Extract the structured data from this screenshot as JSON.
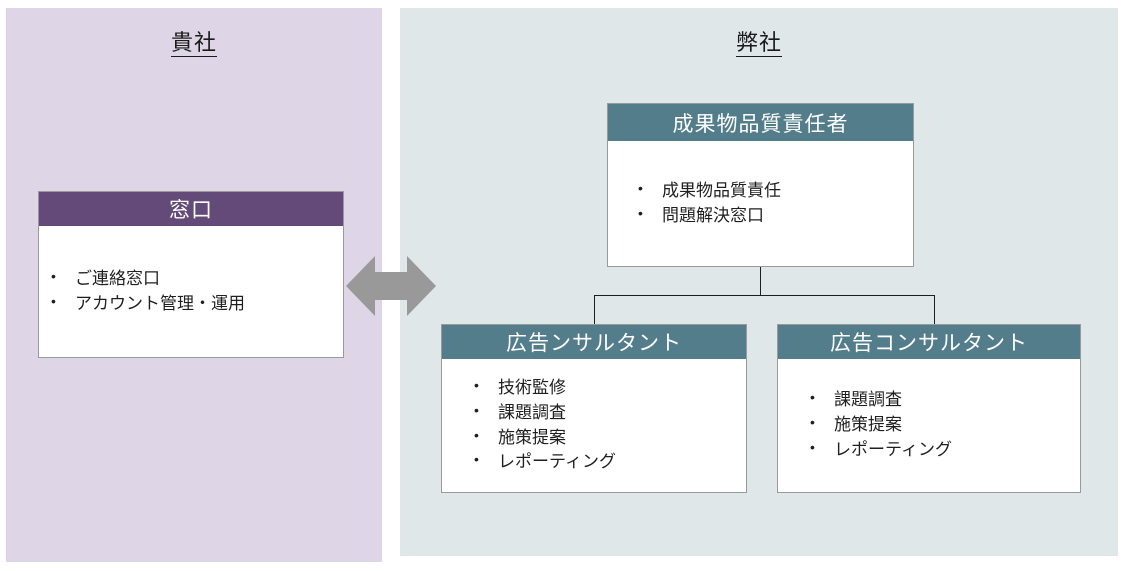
{
  "diagram": {
    "type": "org-chart",
    "panels": [
      {
        "id": "client",
        "title": "貴社",
        "color": "#DED6E6",
        "accent": "#634A78"
      },
      {
        "id": "vendor",
        "title": "弊社",
        "color": "#DFE7E9",
        "accent": "#547D8C"
      }
    ],
    "boxes": [
      {
        "id": "client-contact",
        "panel": "client",
        "header": "窓口",
        "header_color": "#634A78",
        "items": [
          "ご連絡窓口",
          "アカウント管理・運用"
        ]
      },
      {
        "id": "quality-manager",
        "panel": "vendor",
        "header": "成果物品質責任者",
        "header_color": "#547D8C",
        "items": [
          "成果物品質責任",
          "問題解決窓口"
        ]
      },
      {
        "id": "consultant-left",
        "panel": "vendor",
        "header": "広告ンサルタント",
        "header_color": "#547D8C",
        "items": [
          "技術監修",
          "課題調査",
          "施策提案",
          "レポーティング"
        ]
      },
      {
        "id": "consultant-right",
        "panel": "vendor",
        "header": "広告コンサルタント",
        "header_color": "#547D8C",
        "items": [
          "課題調査",
          "施策提案",
          "レポーティング"
        ]
      }
    ],
    "connector_color": "#1f1f1f",
    "arrow": {
      "name": "bidirectional-arrow",
      "color": "#999999",
      "direction": "left-right"
    }
  }
}
